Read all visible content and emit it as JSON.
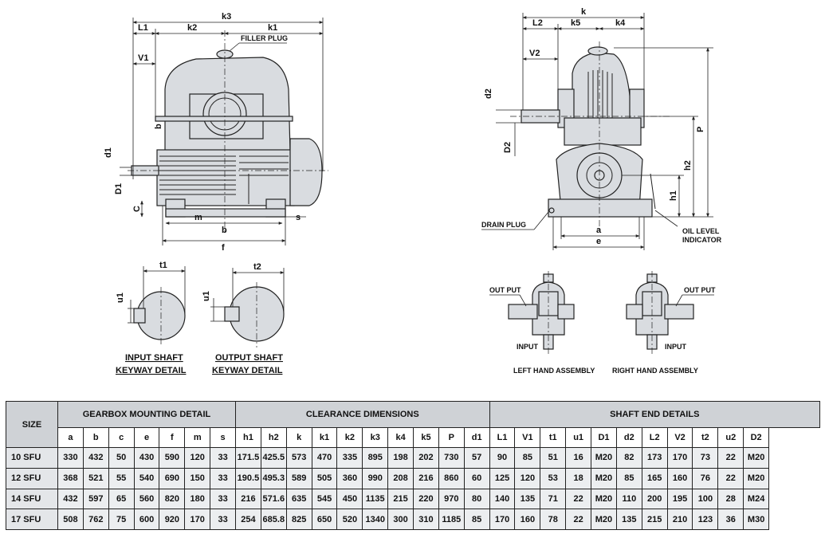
{
  "drawing": {
    "front_view": {
      "dims_top": [
        "k3",
        "L1",
        "k2",
        "k1",
        "V1"
      ],
      "callouts": [
        "FILLER PLUG"
      ],
      "dims_left": [
        "d1",
        "D1",
        "C",
        "b"
      ],
      "dims_bottom": [
        "m",
        "b",
        "f",
        "s"
      ]
    },
    "side_view": {
      "dims_top": [
        "k",
        "L2",
        "k5",
        "k4",
        "V2"
      ],
      "dims_left": [
        "d2",
        "D2"
      ],
      "dims_right": [
        "P",
        "h2",
        "h1"
      ],
      "dims_bottom": [
        "a",
        "e"
      ],
      "callouts": [
        "DRAIN PLUG",
        "OIL LEVEL",
        "INDICATOR"
      ]
    },
    "keyway": {
      "input": {
        "dims": [
          "t1",
          "u1"
        ],
        "title_line1": "INPUT SHAFT",
        "title_line2": "KEYWAY DETAIL"
      },
      "output": {
        "dims": [
          "t2",
          "u1"
        ],
        "title_line1": "OUTPUT SHAFT",
        "title_line2": "KEYWAY DETAIL"
      }
    },
    "assembly": {
      "output_label": "OUT PUT",
      "input_label": "INPUT",
      "left_title": "LEFT HAND ASSEMBLY",
      "right_title": "RIGHT HAND ASSEMBLY"
    }
  },
  "table": {
    "size_header": "SIZE",
    "groups": [
      {
        "label": "GEARBOX MOUNTING DETAIL",
        "span": 7
      },
      {
        "label": "CLEARANCE DIMENSIONS",
        "span": 10
      },
      {
        "label": "SHAFT END DETAILS",
        "span": 13
      }
    ],
    "columns": [
      "a",
      "b",
      "c",
      "e",
      "f",
      "m",
      "s",
      "h1",
      "h2",
      "k",
      "k1",
      "k2",
      "k3",
      "k4",
      "k5",
      "P",
      "d1",
      "L1",
      "V1",
      "t1",
      "u1",
      "D1",
      "d2",
      "L2",
      "V2",
      "t2",
      "u2",
      "D2"
    ],
    "rows": [
      {
        "size": "10 SFU",
        "values": [
          "330",
          "432",
          "50",
          "430",
          "590",
          "120",
          "33",
          "171.5",
          "425.5",
          "573",
          "470",
          "335",
          "895",
          "198",
          "202",
          "730",
          "57",
          "90",
          "85",
          "51",
          "16",
          "M20",
          "82",
          "173",
          "170",
          "73",
          "22",
          "M20"
        ]
      },
      {
        "size": "12 SFU",
        "values": [
          "368",
          "521",
          "55",
          "540",
          "690",
          "150",
          "33",
          "190.5",
          "495.3",
          "589",
          "505",
          "360",
          "990",
          "208",
          "216",
          "860",
          "60",
          "125",
          "120",
          "53",
          "18",
          "M20",
          "85",
          "165",
          "160",
          "76",
          "22",
          "M20"
        ]
      },
      {
        "size": "14 SFU",
        "values": [
          "432",
          "597",
          "65",
          "560",
          "820",
          "180",
          "33",
          "216",
          "571.6",
          "635",
          "545",
          "450",
          "1135",
          "215",
          "220",
          "970",
          "80",
          "140",
          "135",
          "71",
          "22",
          "M20",
          "110",
          "200",
          "195",
          "100",
          "28",
          "M24"
        ]
      },
      {
        "size": "17 SFU",
        "values": [
          "508",
          "762",
          "75",
          "600",
          "920",
          "170",
          "33",
          "254",
          "685.8",
          "825",
          "650",
          "520",
          "1340",
          "300",
          "310",
          "1185",
          "85",
          "170",
          "160",
          "78",
          "22",
          "M20",
          "135",
          "215",
          "210",
          "123",
          "36",
          "M30"
        ]
      }
    ]
  }
}
